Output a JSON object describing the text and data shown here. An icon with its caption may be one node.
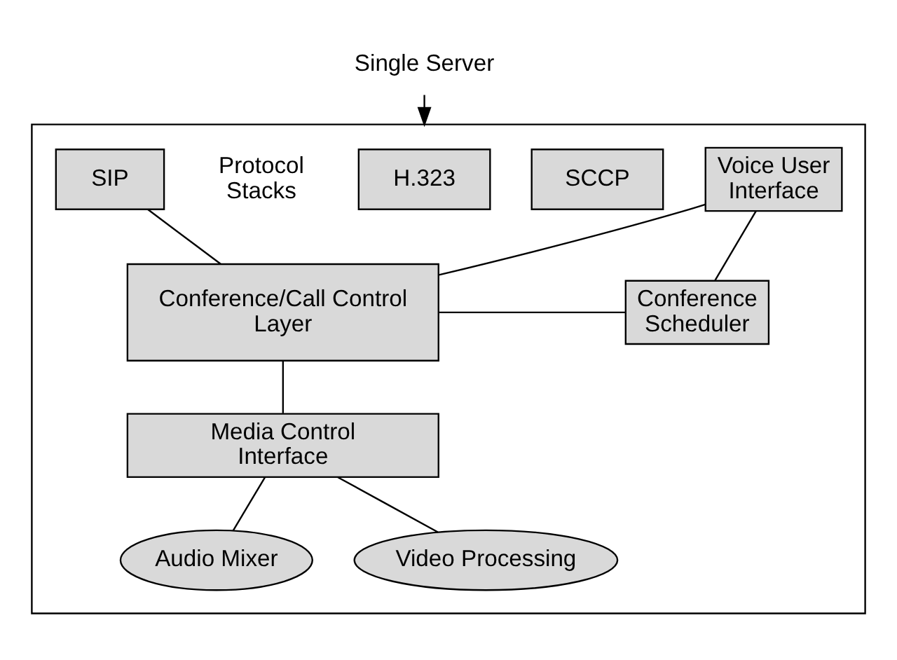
{
  "diagram": {
    "nodes": [
      {
        "text": [
          "Single Server"
        ]
      },
      {
        "text": [],
        "shape": "box"
      },
      {
        "text": [
          "H.323"
        ],
        "in": 1
      },
      {
        "text": [
          "SIP"
        ],
        "in": 1
      },
      {
        "text": [
          "SCCP"
        ],
        "in": 1
      },
      {
        "text": [
          "Conference/Call Control Layer"
        ],
        "in": 1
      },
      {
        "text": [
          "Voice User Interface"
        ],
        "in": 1
      },
      {
        "text": [
          "Conference Scheduler"
        ],
        "in": 1
      },
      {
        "text": [
          "Media Control Interface"
        ],
        "in": 1
      },
      {
        "text": [
          "Audio Mixer"
        ],
        "in": 1
      },
      {
        "text": [
          "Video Processing"
        ],
        "in": 1
      }
    ],
    "edges": [
      {
        "from": 0,
        "to": 1,
        "arrow": "to"
      },
      {
        "from": 3,
        "to": 5,
        "arrow": "none"
      },
      {
        "from": 5,
        "to": 6,
        "arrow": "none"
      },
      {
        "from": 5,
        "to": 7,
        "arrow": "none"
      },
      {
        "from": 6,
        "to": 7,
        "arrow": "none"
      },
      {
        "from": 5,
        "to": 8,
        "arrow": "none"
      },
      {
        "from": 8,
        "to": 9,
        "arrow": "none"
      },
      {
        "from": 8,
        "to": 10,
        "arrow": "none"
      }
    ],
    "labels": [
      "Protocol Stacks"
    ]
  }
}
